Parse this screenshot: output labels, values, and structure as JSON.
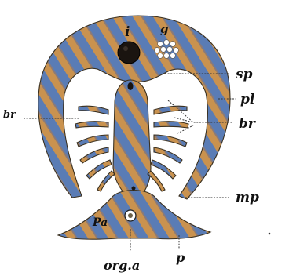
{
  "labels": {
    "i": "i",
    "g": "g",
    "sp": "sp",
    "pl": "pl",
    "br_left": "br",
    "br_right": "br",
    "mp": "mp",
    "pa": "Pa",
    "org_a": "org.a",
    "p": "p"
  },
  "colors": {
    "stripe_blue": "#4f6fa8",
    "stripe_orange": "#c9924f",
    "outline": "#3a3020",
    "background": "#ffffff"
  }
}
